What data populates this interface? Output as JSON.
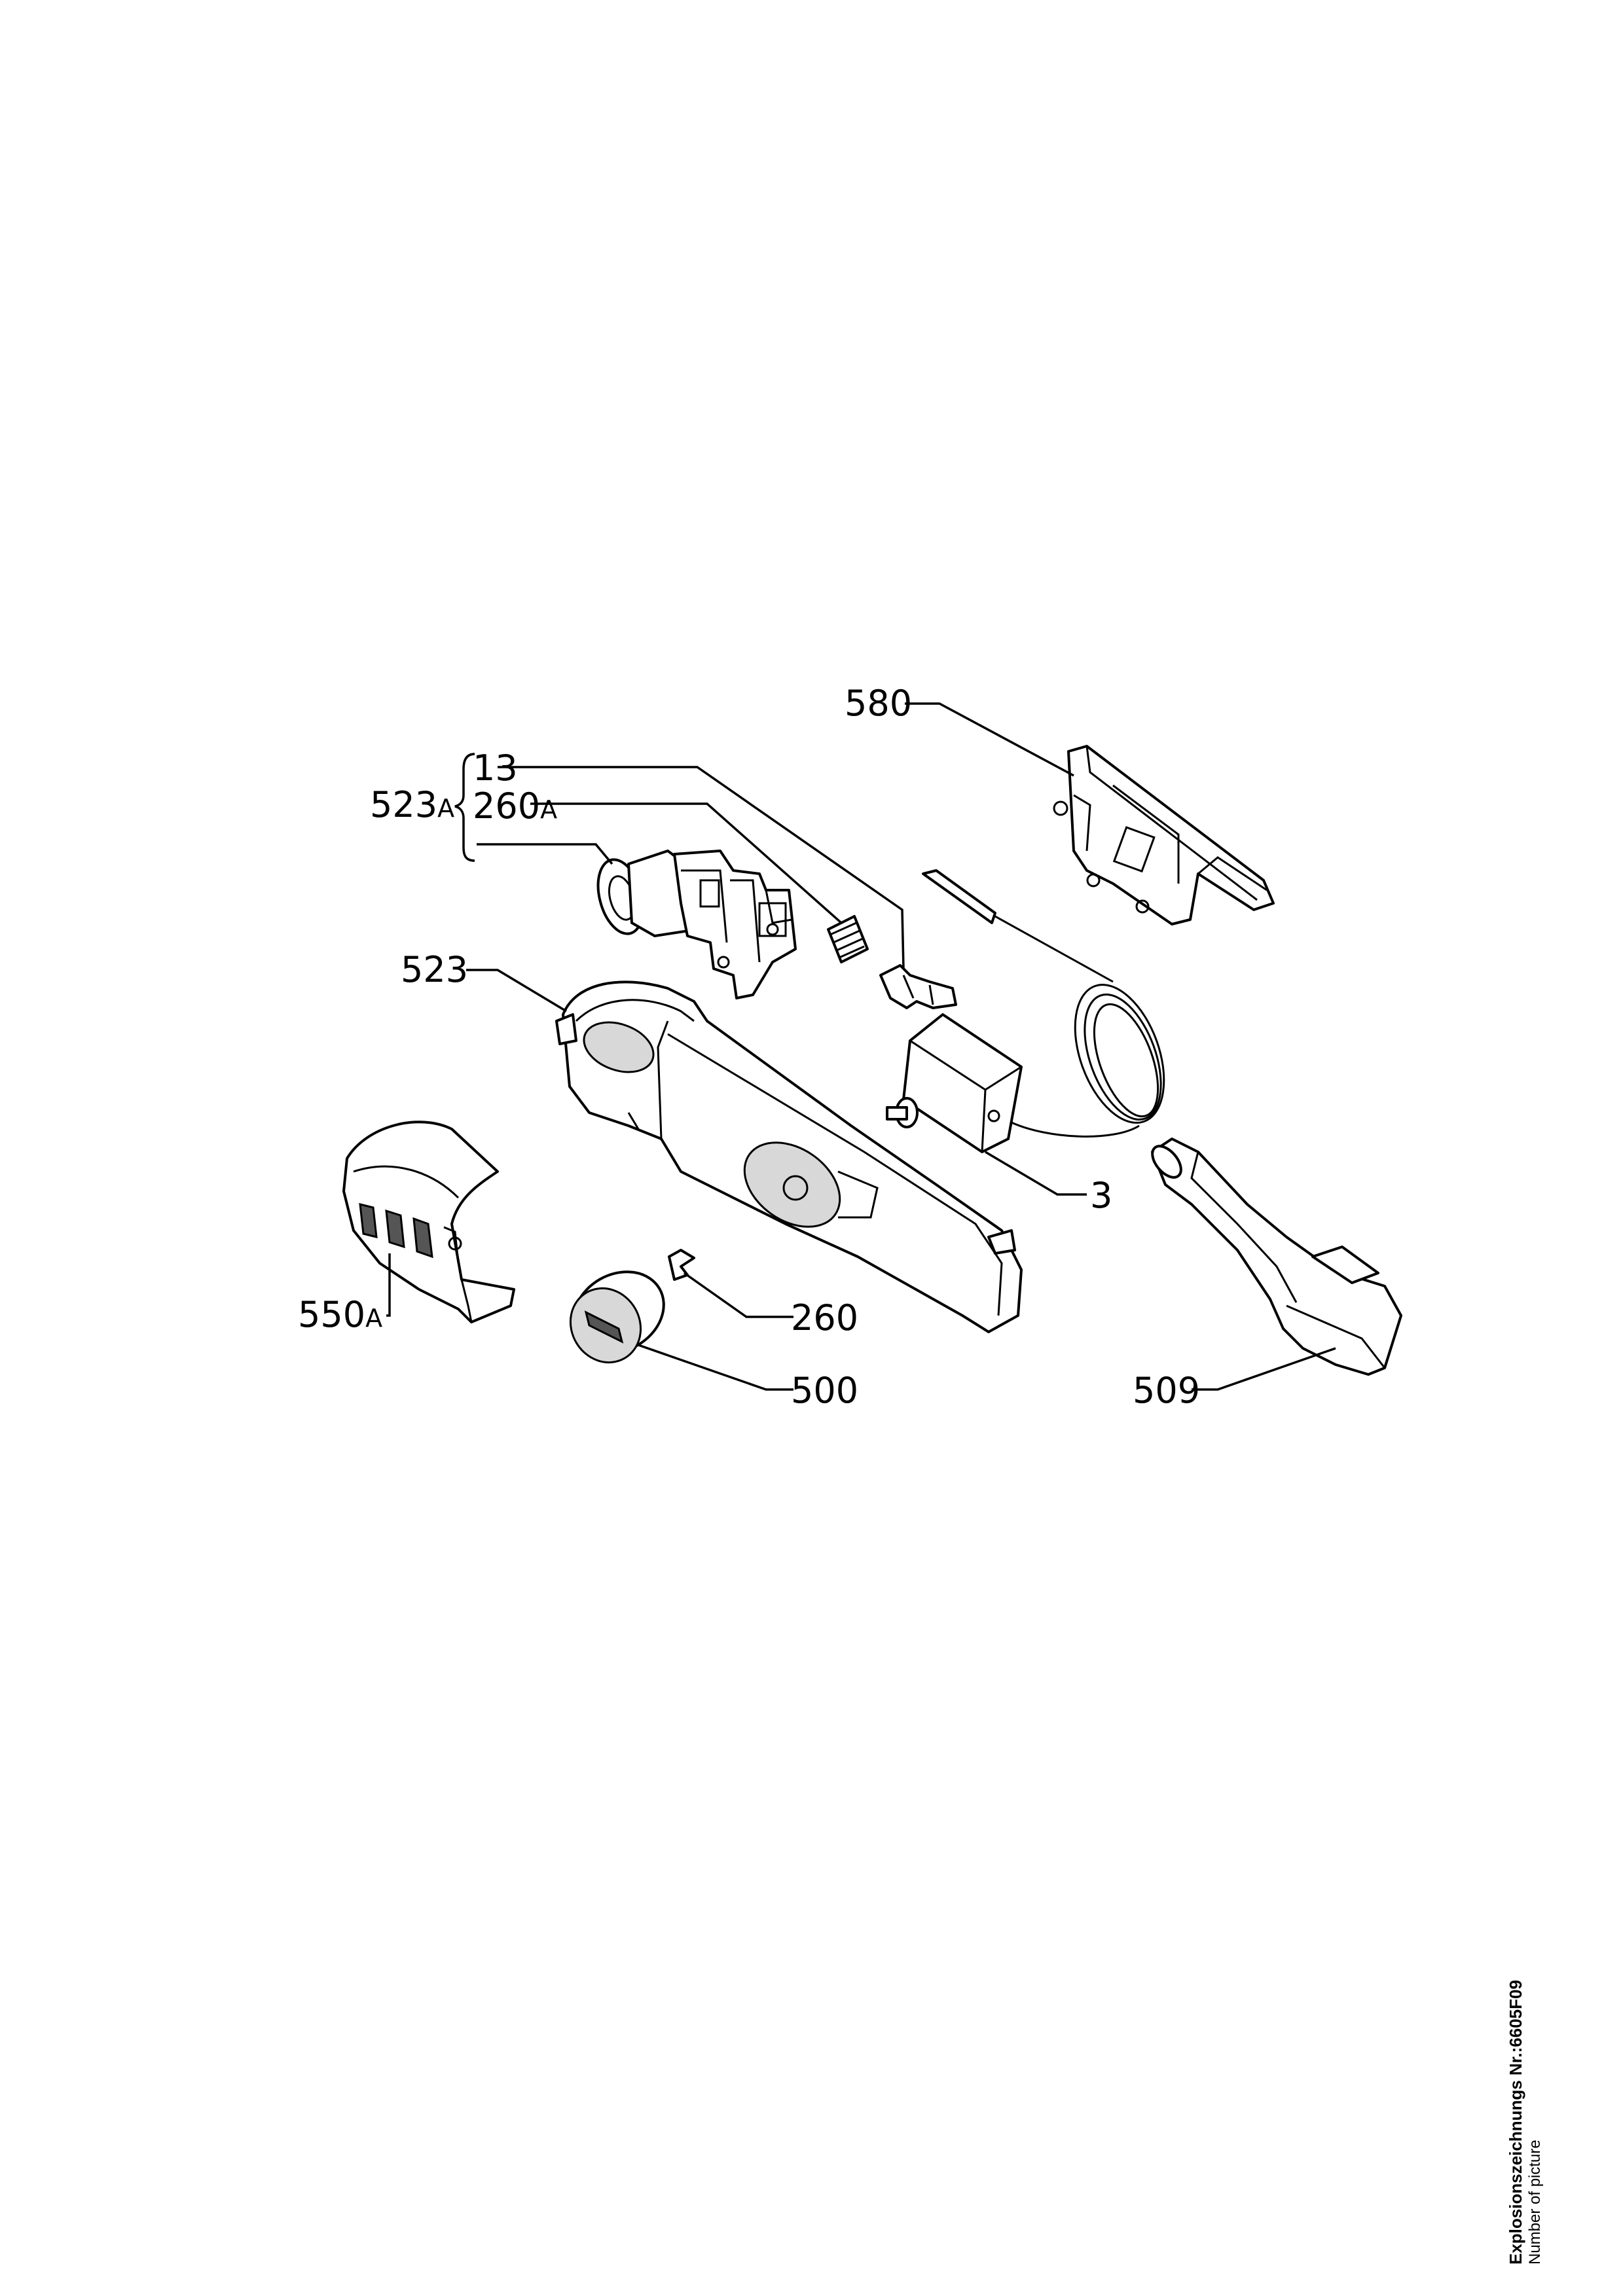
{
  "labels": {
    "p580": "580",
    "p523a_num": "523",
    "p523a_suffix": "A",
    "p13": "13",
    "p260a_num": "260",
    "p260a_suffix": "A",
    "p523": "523",
    "p3": "3",
    "p550a_num": "550",
    "p550a_suffix": "A",
    "p260": "260",
    "p500": "500",
    "p509": "509"
  },
  "caption": {
    "line1": "Explosionszeichnungs Nr.:6605F09",
    "line2": "Number of picture"
  }
}
